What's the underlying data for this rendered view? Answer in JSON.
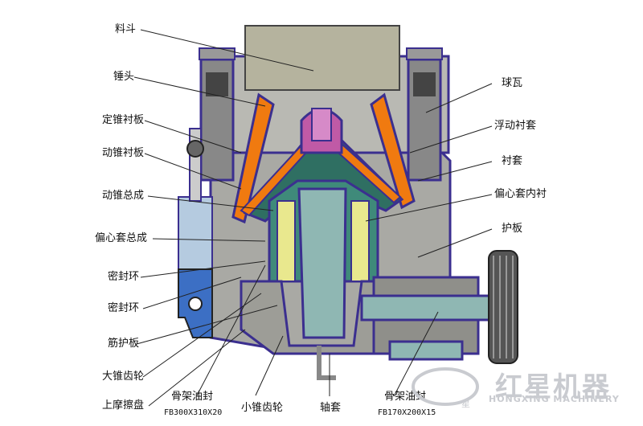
{
  "labels_left": {
    "hopper": "料斗",
    "hammer": "锤头",
    "fixed_cone_liner": "定锥衬板",
    "moving_cone_liner": "动锥衬板",
    "moving_cone_assembly": "动锥总成",
    "eccentric_assembly": "偏心套总成",
    "seal_ring_1": "密封环",
    "seal_ring_2": "密封环",
    "rib_guard": "筋护板",
    "large_bevel_gear": "大锥齿轮",
    "upper_friction_disc": "上摩擦盘"
  },
  "labels_right": {
    "ball_bearing": "球瓦",
    "floating_liner": "浮动衬套",
    "liner": "衬套",
    "eccentric_inner_liner": "偏心套内衬",
    "guard_plate": "护板"
  },
  "labels_bottom": {
    "oil_seal_1": "骨架油封",
    "oil_seal_1_spec": "FB300X310X20",
    "small_bevel_gear": "小锥齿轮",
    "shaft_sleeve": "轴套",
    "oil_seal_2": "骨架油封",
    "oil_seal_2_spec": "FB170X200X15"
  },
  "watermark": {
    "brand_cn": "红星机器",
    "brand_en": "HONGXING MACHINERY",
    "logo_char": "星"
  },
  "colors": {
    "frame_purple": "#3b2f8f",
    "frame_gray": "#a9a9a4",
    "hopper": "#b5b39e",
    "liner_orange": "#f07a10",
    "cone_green": "#2f6f62",
    "shaft_teal": "#8fb7b3",
    "eccentric_yellow": "#e9e88e",
    "cylinder_blue": "#3c6fc4",
    "leader_line": "#222222"
  }
}
